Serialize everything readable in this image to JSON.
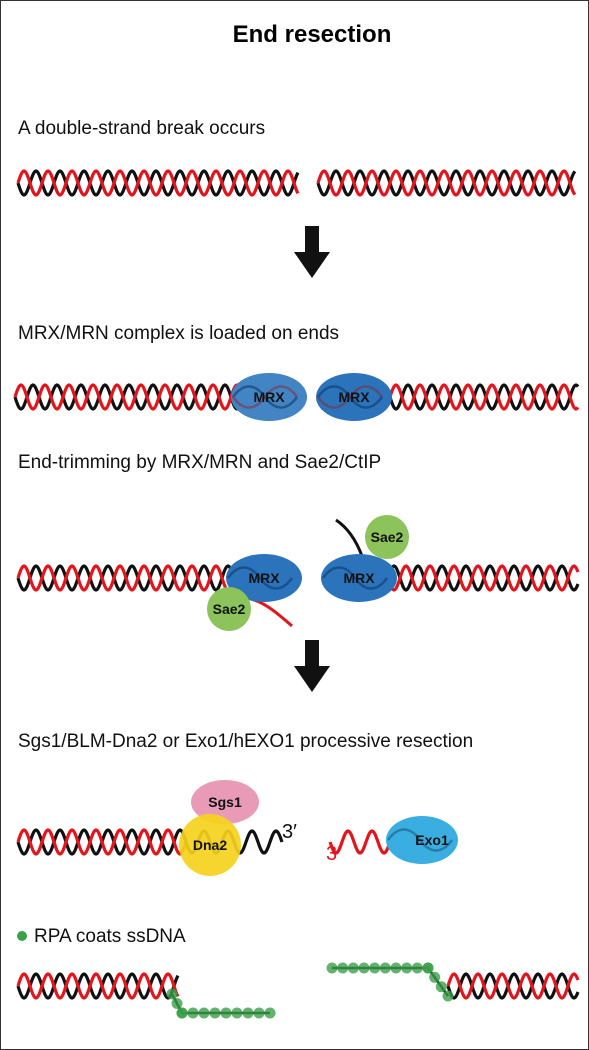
{
  "title": "End resection",
  "steps": [
    {
      "label": "A double-strand break occurs"
    },
    {
      "label": "MRX/MRN complex is loaded on ends"
    },
    {
      "label": "End-trimming by MRX/MRN and Sae2/CtIP"
    },
    {
      "label": "Sgs1/BLM-Dna2 or Exo1/hEXO1 processive resection"
    },
    {
      "label": "RPA coats ssDNA"
    }
  ],
  "proteins": {
    "mrx_left": "MRX",
    "mrx_right": "MRX",
    "mrx_left_2": "MRX",
    "mrx_right_2": "MRX",
    "sae2_left": "Sae2",
    "sae2_right": "Sae2",
    "sgs1": "Sgs1",
    "dna2": "Dna2",
    "exo1": "Exo1"
  },
  "end_labels": {
    "left_3prime": "3′",
    "right_3prime": "3′"
  },
  "colors": {
    "strand_black": "#111111",
    "strand_red": "#e3141b",
    "mrx": "#2b74bb",
    "sae2": "#8cc35a",
    "sgs1": "#e89ab6",
    "dna2": "#f5d31c",
    "exo1": "#3aaee0",
    "rpa": "#3aa04a",
    "arrow": "#111111"
  },
  "icons": {
    "arrow": "down-arrow-icon",
    "rpa": "rpa-dot-icon"
  }
}
